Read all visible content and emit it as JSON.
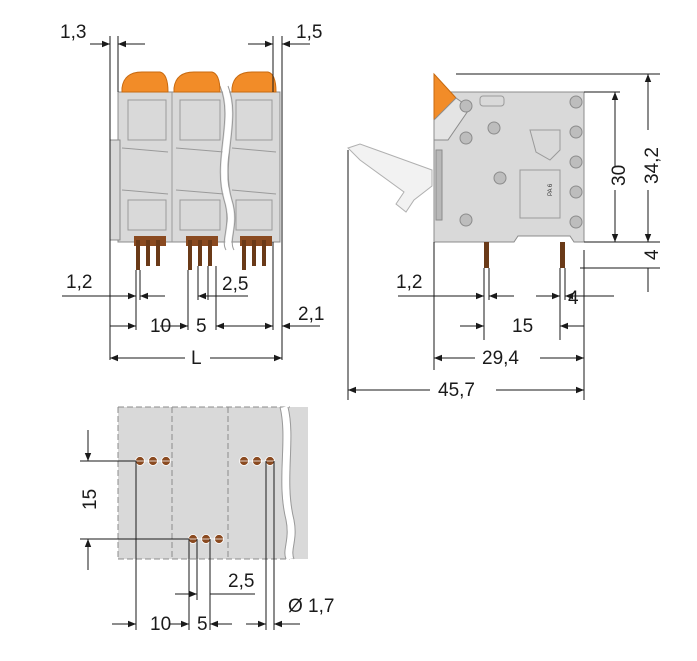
{
  "colors": {
    "housing": "#d9d9d9",
    "lever": "#f28c28",
    "pin": "#8a4a20",
    "dimension": "#1a1a1a"
  },
  "front_view": {
    "dim_top_left": "1,3",
    "dim_top_right": "1,5",
    "dim_pin_width": "1,2",
    "dim_pin_spacing": "2,5",
    "dim_pitch": "10",
    "dim_row_offset": "5",
    "dim_right_edge": "2,1",
    "dim_length": "L"
  },
  "side_view": {
    "dim_height_body": "30",
    "dim_height_total": "34,2",
    "dim_pin_length": "4",
    "dim_pin_width": "1,2",
    "dim_pin_gap": "4",
    "dim_pin_offset": "15",
    "dim_depth": "29,4",
    "dim_total_depth": "45,7",
    "marking_text": "PA 6"
  },
  "pcb_layout": {
    "dim_row_spacing": "15",
    "dim_pin_spacing": "2,5",
    "dim_pitch": "10",
    "dim_row_offset": "5",
    "dim_hole_diameter": "Ø 1,7"
  }
}
